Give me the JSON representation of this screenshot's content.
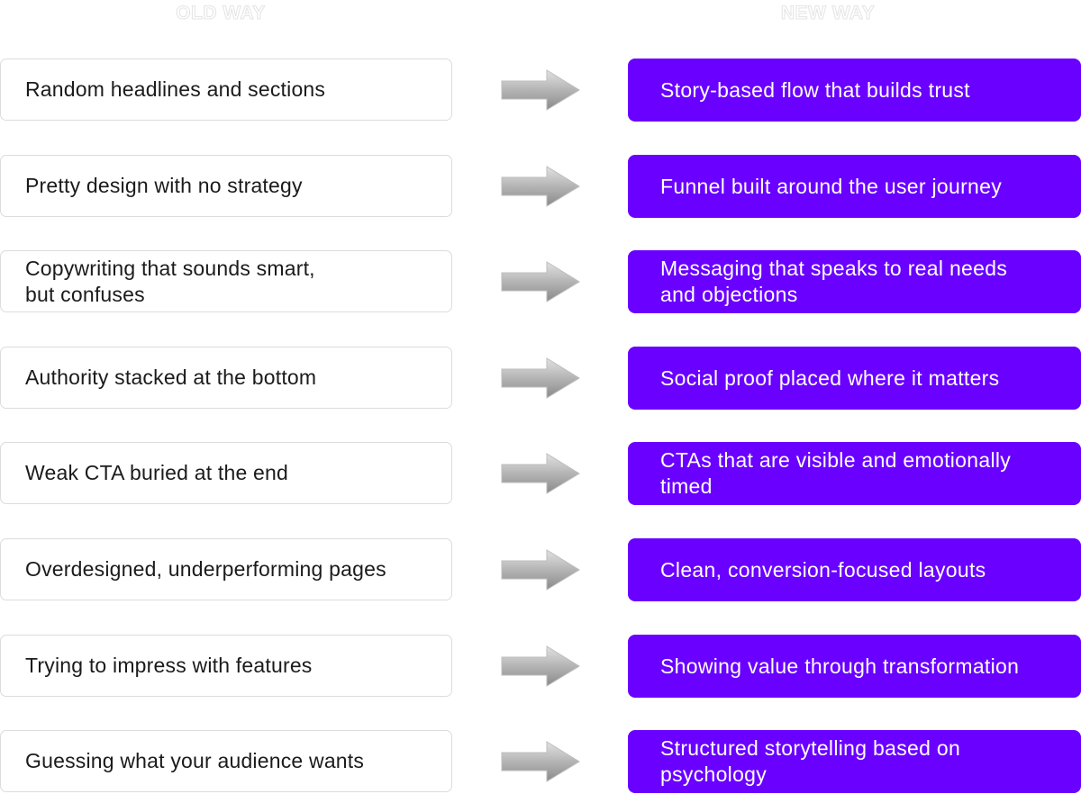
{
  "headings": {
    "old": "OLD WAY",
    "new": "NEW WAY"
  },
  "colors": {
    "accent": "#6a00ff",
    "heading_outline": "#e4e4e4",
    "old_border": "#dcdcdc",
    "arrow_light": "#dcdcdc",
    "arrow_dark": "#8c8c8c"
  },
  "icons": {
    "arrow": "right-arrow-icon"
  },
  "rows": [
    {
      "old": "Random headlines and sections",
      "new": "Story-based flow that builds trust"
    },
    {
      "old": "Pretty design with no strategy",
      "new": "Funnel built around the user journey"
    },
    {
      "old": "Copywriting that sounds smart,\nbut confuses",
      "new": "Messaging that speaks to real needs\nand objections"
    },
    {
      "old": "Authority stacked at the bottom",
      "new": "Social proof placed where it matters"
    },
    {
      "old": "Weak CTA buried at the end",
      "new": "CTAs that are visible and emotionally\ntimed"
    },
    {
      "old": "Overdesigned, underperforming pages",
      "new": "Clean, conversion-focused layouts"
    },
    {
      "old": "Trying to impress with features",
      "new": "Showing value through transformation"
    },
    {
      "old": "Guessing what your audience wants",
      "new": "Structured storytelling based on\npsychology"
    }
  ]
}
